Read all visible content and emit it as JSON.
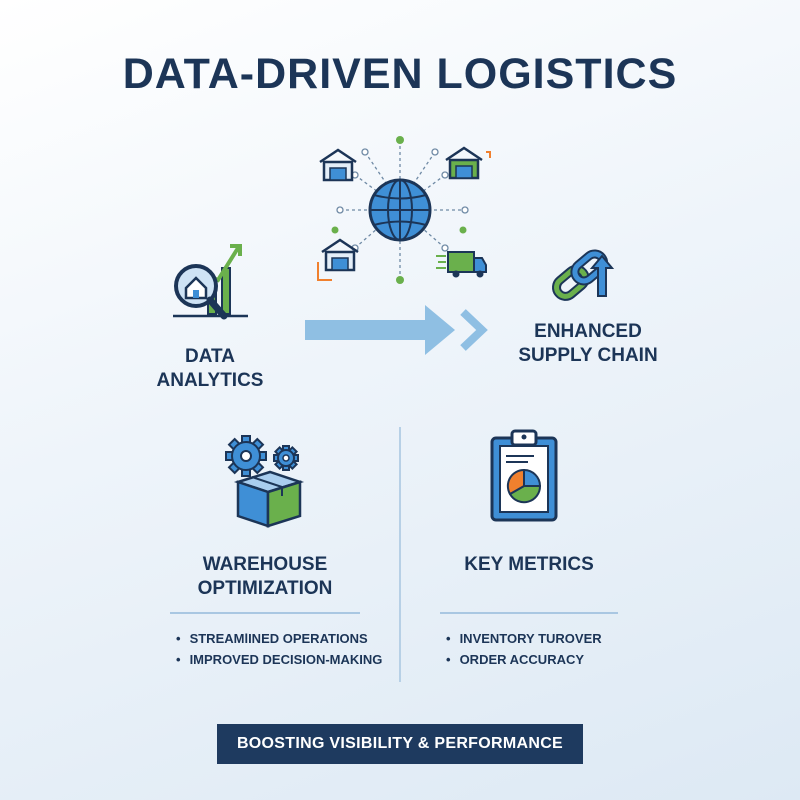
{
  "title": "DATA-DRIVEN LOGISTICS",
  "flow": {
    "left_label": "DATA ANALYTICS",
    "right_label_line1": "ENHANCED",
    "right_label_line2": "SUPPLY CHAIN"
  },
  "warehouse": {
    "title_line1": "WAREHOUSE",
    "title_line2": "OPTIMIZATION",
    "bullets": [
      "STREAMlINED OPERATIONS",
      "IMPROVED DECISION-MAKING"
    ]
  },
  "metrics": {
    "title": "KEY METRICS",
    "bullets": [
      "INVENTORY TUROVER",
      "ORDER ACCURACY"
    ]
  },
  "banner": "BOOSTING VISIBILITY & PERFORMANCE",
  "icons": {
    "analytics": "magnifier-house-chart-icon",
    "network": "global-network-icon",
    "supply": "chain-link-arrow-icon",
    "warehouse": "gears-box-icon",
    "metrics": "clipboard-pie-chart-icon"
  },
  "colors": {
    "navy": "#1c3557",
    "blue": "#3f8fd6",
    "green": "#6ab04c",
    "orange": "#f0802e",
    "arrow": "#8fbfe3"
  }
}
